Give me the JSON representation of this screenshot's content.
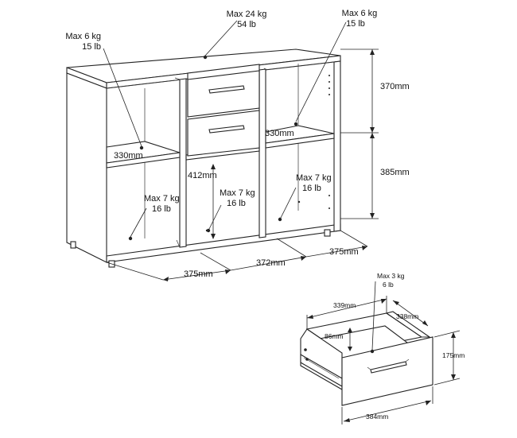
{
  "cabinet": {
    "top_load_kg": "Max 24 kg",
    "top_load_lb": "54 lb",
    "left_shelf_load_kg": "Max 6 kg",
    "left_shelf_load_lb": "15 lb",
    "right_shelf_load_kg": "Max 6 kg",
    "right_shelf_load_lb": "15 lb",
    "left_bottom_load_kg": "Max 7 kg",
    "left_bottom_load_lb": "16 lb",
    "center_bottom_load_kg": "Max 7 kg",
    "center_bottom_load_lb": "16 lb",
    "right_bottom_load_kg": "Max 7 kg",
    "right_bottom_load_lb": "16 lb",
    "dim_upper_height": "370mm",
    "dim_lower_height": "385mm",
    "dim_left_depth": "330mm",
    "dim_right_depth": "330mm",
    "dim_center_height": "412mm",
    "dim_left_width": "375mm",
    "dim_center_width": "372mm",
    "dim_right_width": "375mm"
  },
  "drawer": {
    "load_kg": "Max 3 kg",
    "load_lb": "6 lb",
    "dim_width_inner": "339mm",
    "dim_depth": "338mm",
    "dim_inner_height": "86mm",
    "dim_height": "175mm",
    "dim_front_width": "384mm"
  }
}
